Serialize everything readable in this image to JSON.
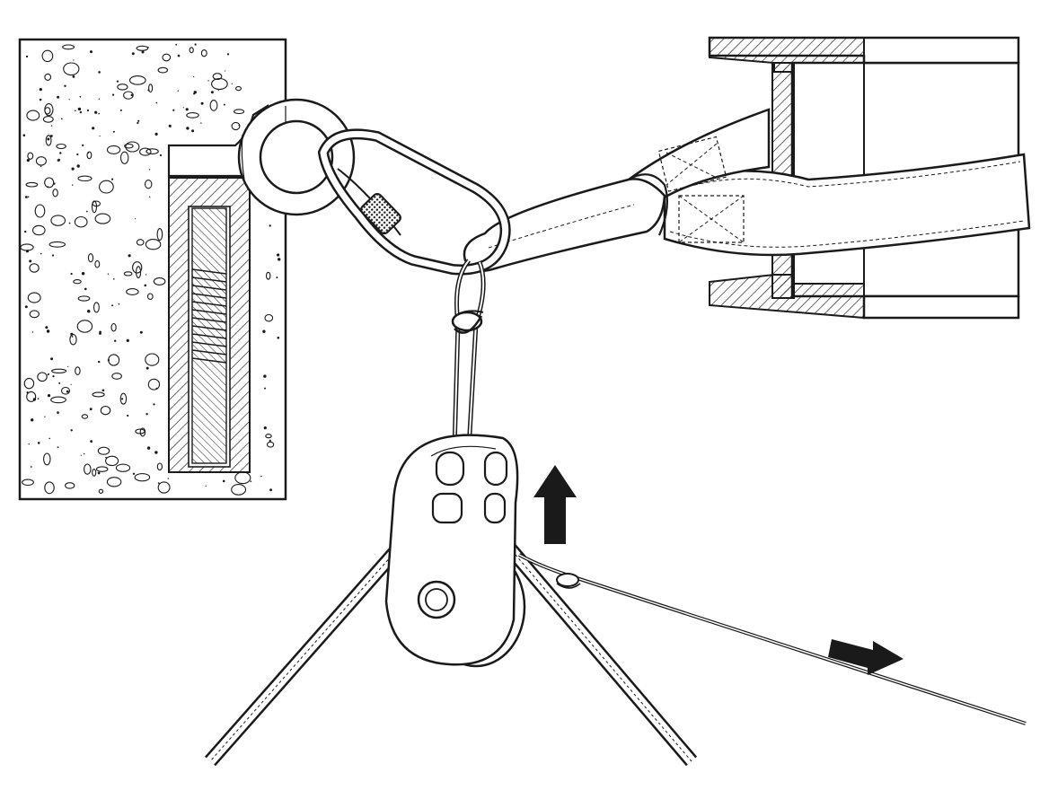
{
  "illustration": {
    "ink_color": "#1a1a1a",
    "paper_color": "#ffffff",
    "components": [
      "concrete-block",
      "anchor-eye-bolt",
      "screw-lock-carabiner",
      "sling",
      "i-beam",
      "cord-loop",
      "pulley-block",
      "rope",
      "pull-line"
    ],
    "arrows": [
      {
        "icon": "arrow-up-icon"
      },
      {
        "icon": "arrow-right-icon"
      }
    ]
  }
}
